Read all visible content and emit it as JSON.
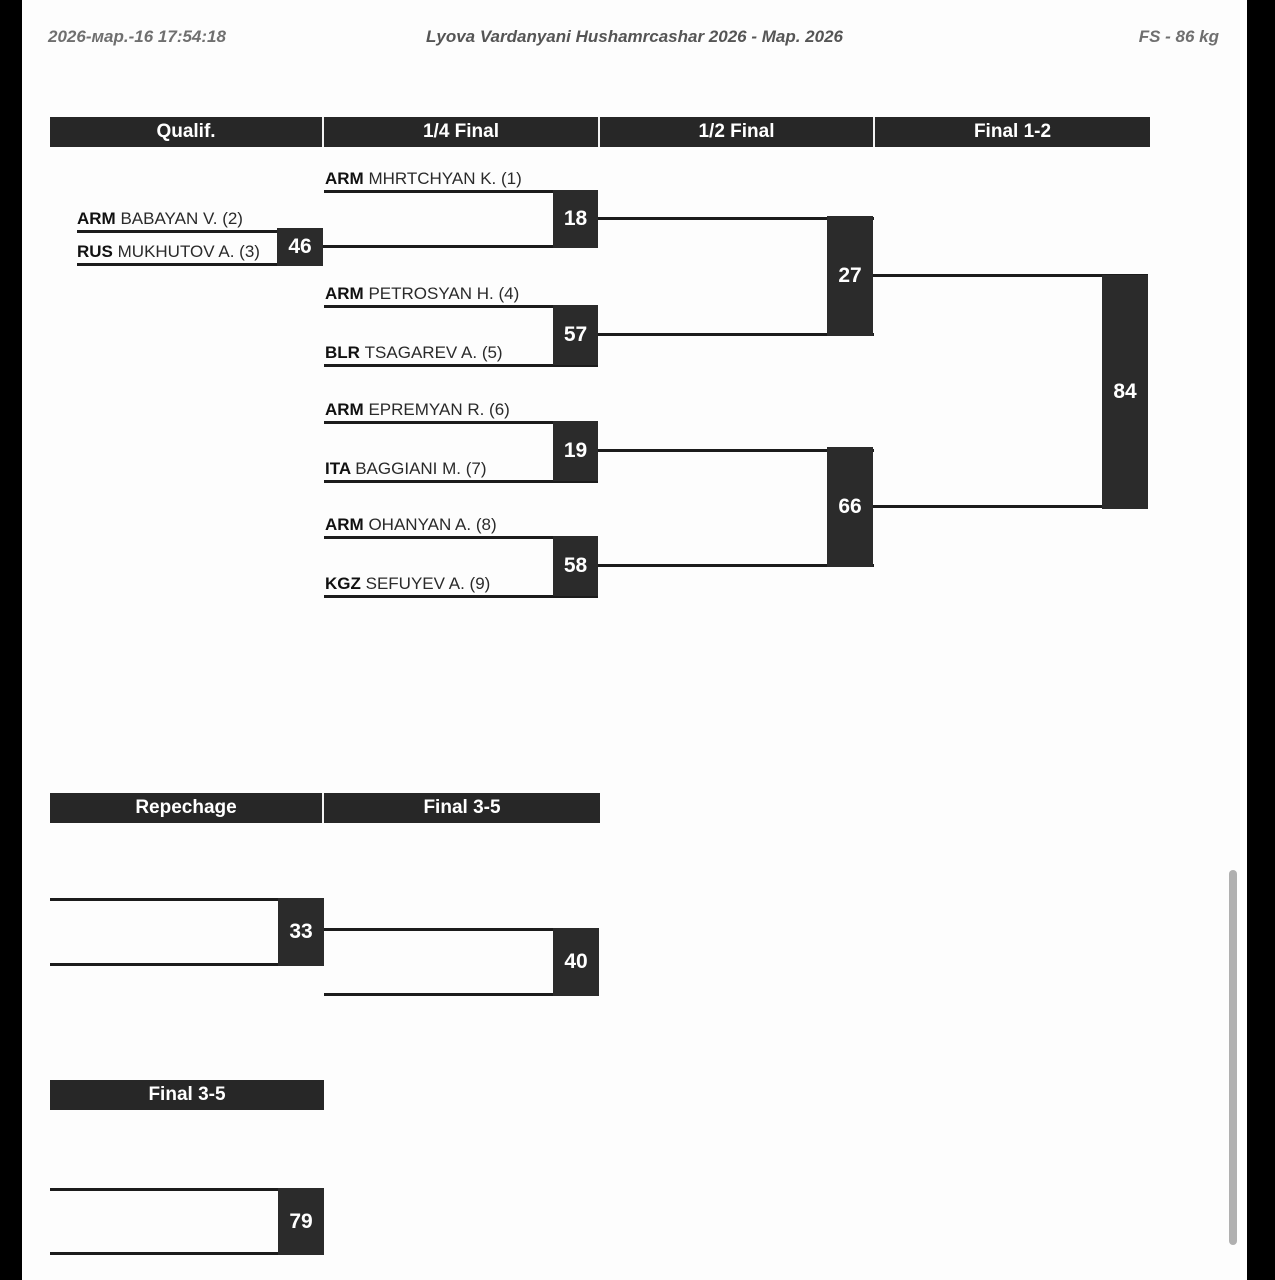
{
  "header": {
    "date": "2026-мар.-16 17:54:18",
    "title": "Lyova Vardanyani Hushamrcashar 2026 - Map. 2026",
    "weight": "FS - 86 kg"
  },
  "main_bracket": {
    "columns": [
      {
        "label": "Qualif."
      },
      {
        "label": "1/4 Final"
      },
      {
        "label": "1/2 Final"
      },
      {
        "label": "Final 1-2"
      }
    ],
    "qualification": [
      {
        "top": {
          "country": "ARM",
          "name": "BABAYAN V. (2)"
        },
        "bottom": {
          "country": "RUS",
          "name": "MUKHUTOV A. (3)"
        },
        "score": "46"
      }
    ],
    "quarterfinals": [
      {
        "top": {
          "country": "ARM",
          "name": "MHRTCHYAN K. (1)"
        },
        "bottom": {
          "country": "",
          "name": ""
        },
        "score": "18"
      },
      {
        "top": {
          "country": "ARM",
          "name": "PETROSYAN H. (4)"
        },
        "bottom": {
          "country": "BLR",
          "name": "TSAGAREV A. (5)"
        },
        "score": "57"
      },
      {
        "top": {
          "country": "ARM",
          "name": "EPREMYAN R. (6)"
        },
        "bottom": {
          "country": "ITA",
          "name": "BAGGIANI M. (7)"
        },
        "score": "19"
      },
      {
        "top": {
          "country": "ARM",
          "name": "OHANYAN A. (8)"
        },
        "bottom": {
          "country": "KGZ",
          "name": "SEFUYEV A. (9)"
        },
        "score": "58"
      }
    ],
    "semifinals": [
      {
        "score": "27"
      },
      {
        "score": "66"
      }
    ],
    "final": {
      "score": "84"
    }
  },
  "repechage_section": {
    "columns": [
      {
        "label": "Repechage"
      },
      {
        "label": "Final 3-5"
      }
    ],
    "repechage_match": {
      "score": "33"
    },
    "final35_match": {
      "score": "40"
    }
  },
  "final35_section": {
    "columns": [
      {
        "label": "Final 3-5"
      }
    ],
    "match": {
      "score": "79"
    }
  },
  "colors": {
    "bar": "#272727",
    "line": "#1c1c1c",
    "score_bg": "#2b2b2b",
    "page": "#fdfdfd"
  }
}
